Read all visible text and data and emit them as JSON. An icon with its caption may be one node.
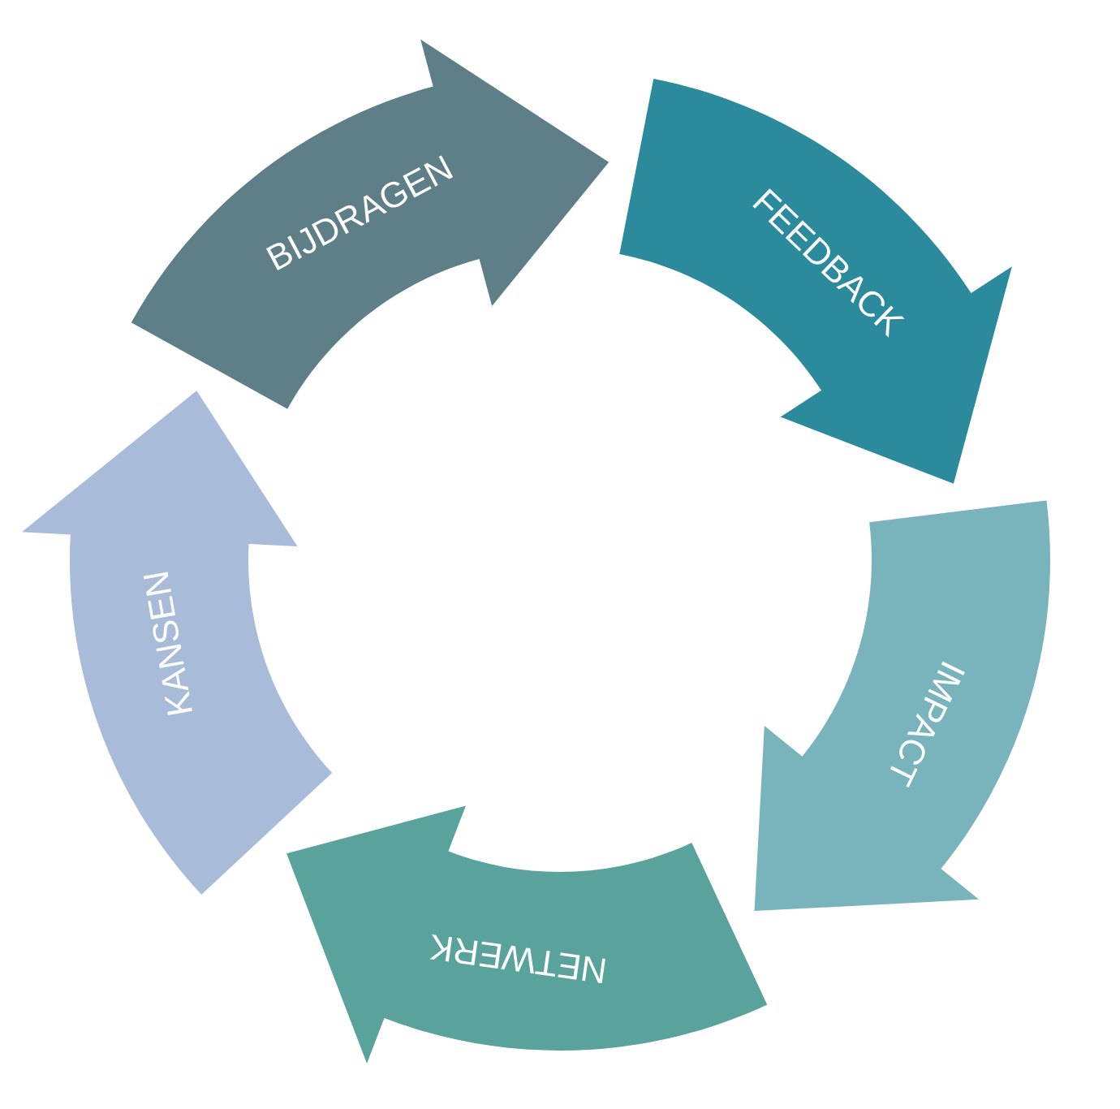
{
  "diagram": {
    "nodes": [
      {
        "text": [
          "BIJDRAGEN"
        ]
      },
      {
        "text": [
          "FEEDBACK"
        ]
      },
      {
        "text": [
          "IMPACT"
        ]
      },
      {
        "text": [
          "NETWERK"
        ]
      },
      {
        "text": [
          "KANSEN"
        ]
      }
    ]
  }
}
